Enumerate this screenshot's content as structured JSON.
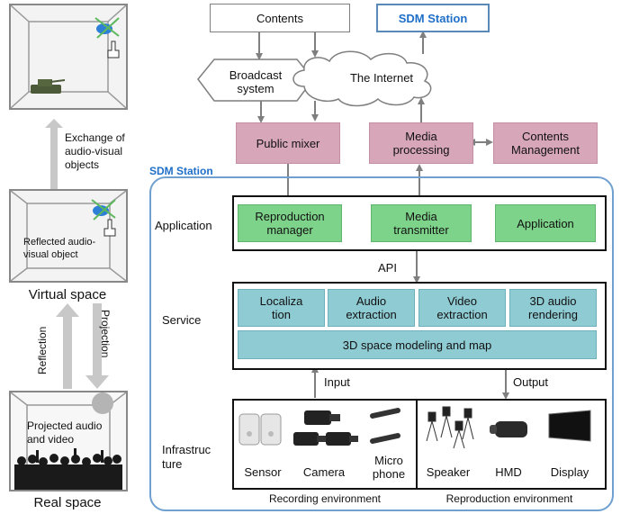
{
  "top": {
    "contents": "Contents",
    "sdm_station_top": "SDM Station",
    "broadcast_line1": "Broadcast",
    "broadcast_line2": "system",
    "internet": "The Internet",
    "public_mixer": "Public mixer",
    "media_processing_line1": "Media",
    "media_processing_line2": "processing",
    "contents_mgmt_line1": "Contents",
    "contents_mgmt_line2": "Management"
  },
  "station": {
    "title": "SDM Station",
    "application_label": "Application",
    "reproduction_manager_line1": "Reproduction",
    "reproduction_manager_line2": "manager",
    "media_transmitter_line1": "Media",
    "media_transmitter_line2": "transmitter",
    "application_box": "Application",
    "api": "API",
    "service_label": "Service",
    "localization_line1": "Localiza",
    "localization_line2": "tion",
    "audio_extraction_line1": "Audio",
    "audio_extraction_line2": "extraction",
    "video_extraction_line1": "Video",
    "video_extraction_line2": "extraction",
    "audio3d_line1": "3D audio",
    "audio3d_line2": "rendering",
    "space_modeling": "3D space modeling and map",
    "input": "Input",
    "output": "Output",
    "infra_line1": "Infrastruc",
    "infra_line2": "ture",
    "sensor": "Sensor",
    "camera": "Camera",
    "micro_line1": "Micro",
    "micro_line2": "phone",
    "speaker": "Speaker",
    "hmd": "HMD",
    "display": "Display",
    "recording_env": "Recording environment",
    "reproduction_env": "Reproduction environment"
  },
  "left": {
    "exchange_line1": "Exchange of",
    "exchange_line2": "audio-visual",
    "exchange_line3": "objects",
    "reflected_line1": "Reflected audio-",
    "reflected_line2": "visual object",
    "virtual_space": "Virtual space",
    "reflection": "Reflection",
    "projection": "Projection",
    "projected_line1": "Projected audio",
    "projected_line2": "and video",
    "real_space": "Real space"
  },
  "colors": {
    "station_blue": "#1f6fc8",
    "pink": "#d7a6b9",
    "green": "#7ed38a",
    "teal": "#8fcbd3"
  }
}
